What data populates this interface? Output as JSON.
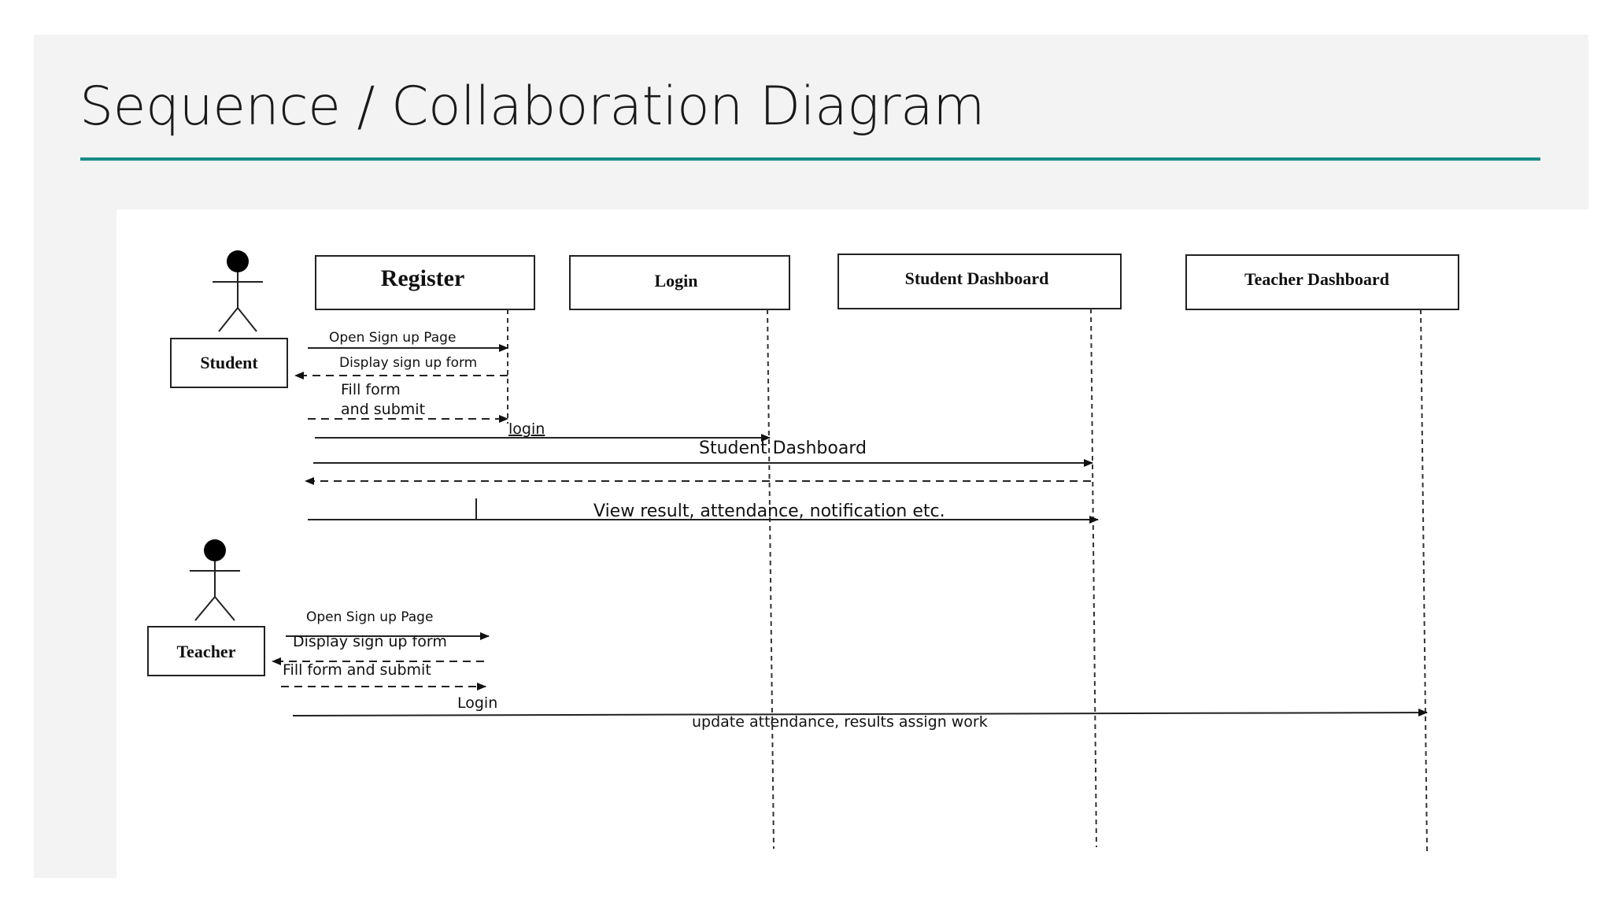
{
  "slide": {
    "title": "Sequence / Collaboration Diagram",
    "accent_color": "#1a8a86"
  },
  "diagram": {
    "actors": {
      "student": "Student",
      "teacher": "Teacher"
    },
    "objects": {
      "register": "Register",
      "login": "Login",
      "student_dashboard": "Student Dashboard",
      "teacher_dashboard": "Teacher Dashboard"
    },
    "student_messages": {
      "open_sign_up": "Open Sign up Page",
      "display_form": "Display sign up form",
      "fill_form_1": "Fill form",
      "fill_form_2": "and submit",
      "login": "login",
      "student_dashboard": "Student Dashboard",
      "view_result": "View result, attendance, notification etc."
    },
    "teacher_messages": {
      "open_sign_up": "Open Sign up Page",
      "display_form": "Display sign up form",
      "fill_form": "Fill form and submit",
      "login": "Login",
      "update": "update attendance, results assign work"
    }
  }
}
